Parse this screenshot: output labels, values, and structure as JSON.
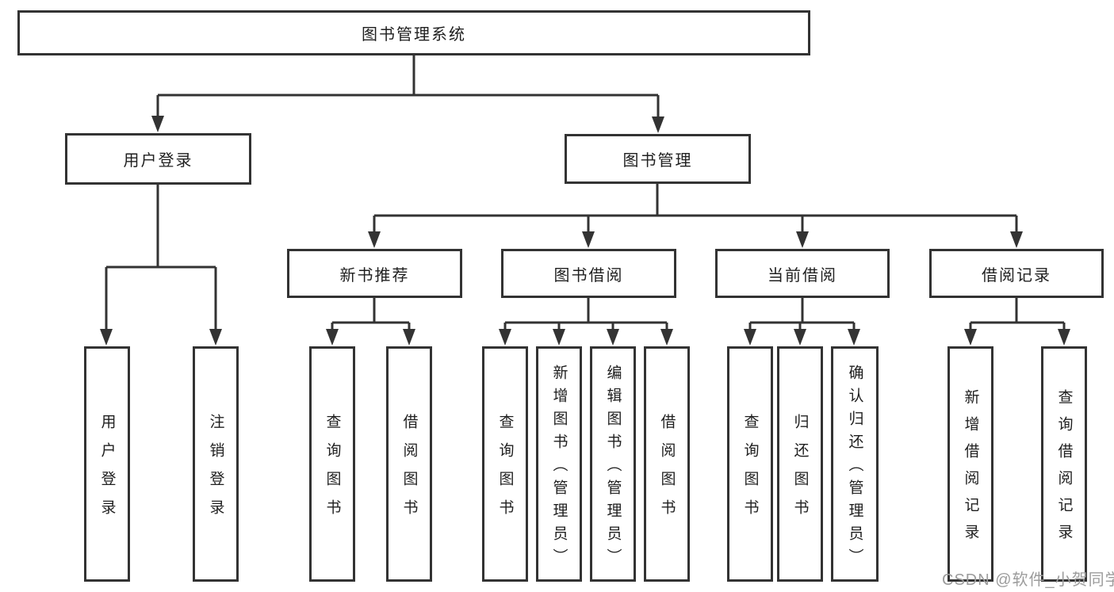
{
  "tree": {
    "root": {
      "label": "图书管理系统"
    },
    "user_login": {
      "label": "用户登录",
      "children": [
        {
          "label": "用户登录"
        },
        {
          "label": "注销登录"
        }
      ]
    },
    "book_mgmt": {
      "label": "图书管理"
    },
    "modules": [
      {
        "label": "新书推荐",
        "children": [
          {
            "label": "查询图书"
          },
          {
            "label": "借阅图书"
          }
        ]
      },
      {
        "label": "图书借阅",
        "children": [
          {
            "label": "查询图书"
          },
          {
            "label": "新增图书（管理员）"
          },
          {
            "label": "编辑图书（管理员）"
          },
          {
            "label": "借阅图书"
          }
        ]
      },
      {
        "label": "当前借阅",
        "children": [
          {
            "label": "查询图书"
          },
          {
            "label": "归还图书"
          },
          {
            "label": "确认归还（管理员）"
          }
        ]
      },
      {
        "label": "借阅记录",
        "children": [
          {
            "label": "新增借阅记录"
          },
          {
            "label": "查询借阅记录"
          }
        ]
      }
    ]
  },
  "colors": {
    "line": "#333333",
    "box_border": "#333333",
    "box_fill": "#ffffff",
    "text": "#1f1f1f",
    "watermark": "#9c9c9c"
  },
  "watermark": {
    "text": "CSDN @软件_小贺同学"
  }
}
